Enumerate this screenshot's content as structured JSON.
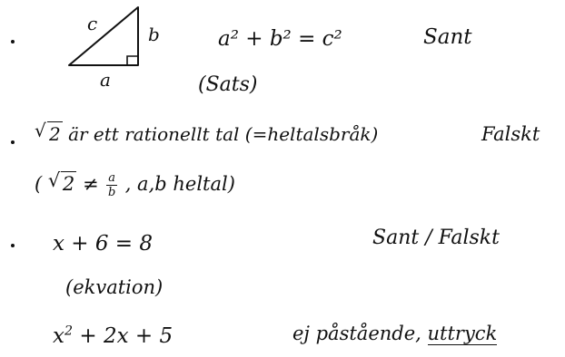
{
  "triangle": {
    "label_hypotenuse": "c",
    "label_vertical": "b",
    "label_base": "a"
  },
  "rows": [
    {
      "statement": "a² + b² = c²",
      "verdict": "Sant",
      "note": "(Sats)"
    },
    {
      "sqrt_radicand": "2",
      "statement_rest": "är ett rationellt tal (=heltalsbråk)",
      "verdict": "Falskt",
      "note_open": "(",
      "note_sqrt_radicand": "2",
      "note_neq": "≠",
      "note_frac_num": "a",
      "note_frac_den": "b",
      "note_rest": ", a,b heltal)"
    },
    {
      "statement": "x + 6 = 8",
      "verdict": "Sant / Falskt",
      "note": "(ekvation)"
    },
    {
      "statement_x": "x",
      "statement_exp": "2",
      "statement_rest": " + 2x + 5",
      "verdict_prefix": "ej påstående, ",
      "verdict_underlined": "uttryck"
    }
  ]
}
